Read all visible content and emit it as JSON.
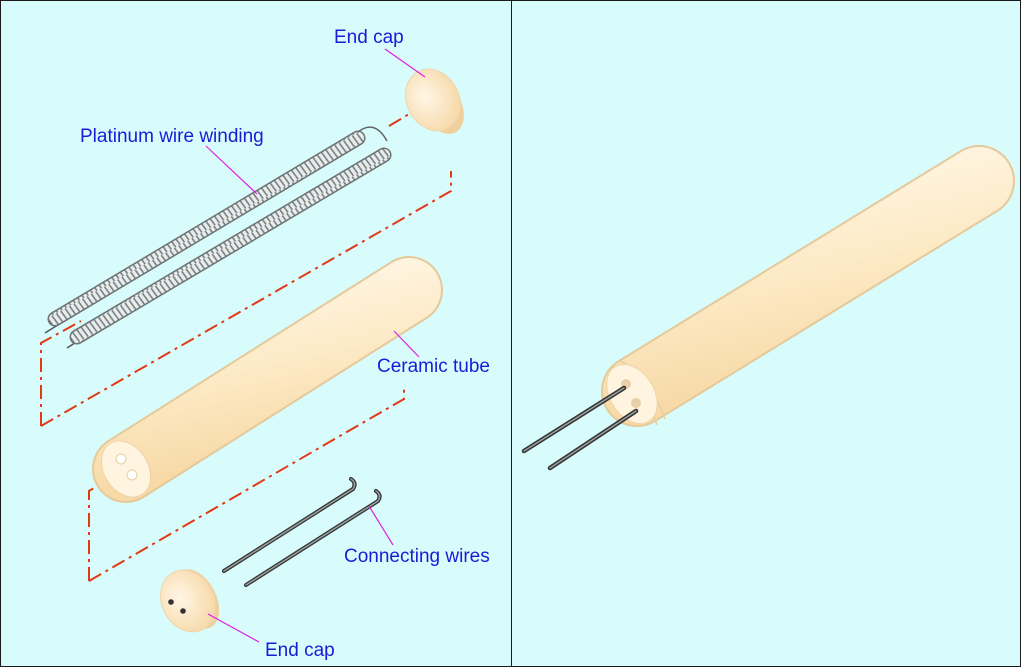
{
  "labels": {
    "end_cap_top": "End cap",
    "platinum_wire_winding": "Platinum wire winding",
    "ceramic_tube": "Ceramic tube",
    "connecting_wires": "Connecting wires",
    "end_cap_bottom": "End cap"
  },
  "colors": {
    "background": "#d8fcfc",
    "label_text": "#1b1bd6",
    "leader_line": "#e020e0",
    "assembly_line": "#e03a14",
    "ceramic": "#fdeccb",
    "wire": "#444444"
  }
}
